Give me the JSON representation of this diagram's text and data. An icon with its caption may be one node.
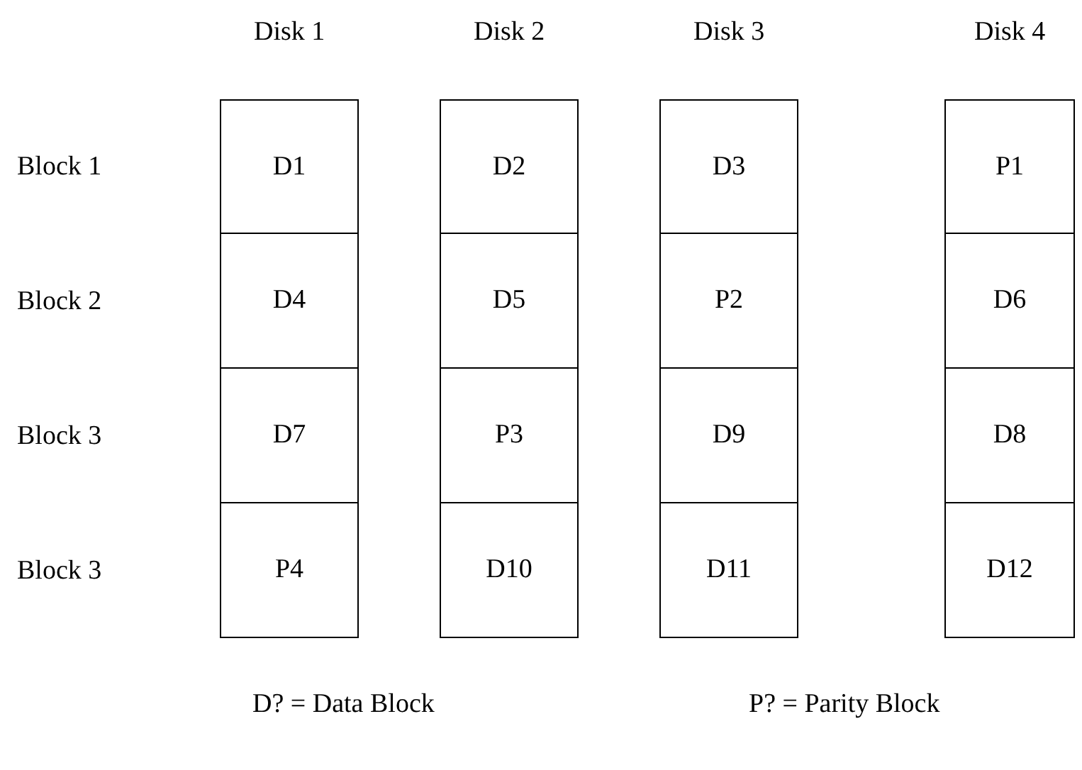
{
  "diagram": {
    "nodes": [
      {
        "text": [
          "D1"
        ]
      },
      {
        "text": [
          "D2"
        ]
      },
      {
        "text": [
          "D3"
        ]
      },
      {
        "text": [
          "P1"
        ]
      },
      {
        "text": [
          "D4"
        ]
      },
      {
        "text": [
          "D5"
        ]
      },
      {
        "text": [
          "P2"
        ]
      },
      {
        "text": [
          "D6"
        ]
      },
      {
        "text": [
          "D7"
        ]
      },
      {
        "text": [
          "P3"
        ]
      },
      {
        "text": [
          "D9"
        ]
      },
      {
        "text": [
          "D8"
        ]
      },
      {
        "text": [
          "P4"
        ]
      },
      {
        "text": [
          "D10"
        ]
      },
      {
        "text": [
          "D11"
        ]
      },
      {
        "text": [
          "D12"
        ]
      }
    ],
    "labels": [
      "Disk 1",
      "Disk 2",
      "Disk 3",
      "Disk 4",
      "Block 1",
      "Block 2",
      "Block 3",
      "Block 3",
      "D? = Data Block",
      "P? = Parity Block"
    ]
  }
}
